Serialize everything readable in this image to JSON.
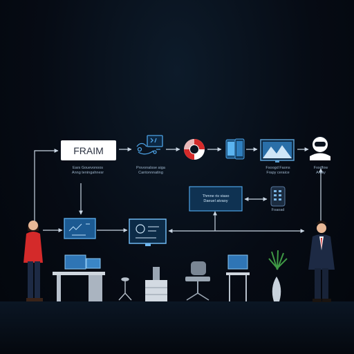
{
  "main_box": {
    "text": "FRAIM"
  },
  "labels": {
    "under_main": "Ears Gouevonoos\nAnng teningahnesr",
    "under_flow": "Prsvonalsse aiga\nCantonnnating",
    "under_monitor": "Fsoogd Faons\nFrapy ceraice",
    "under_robot": "Fxsdfow\nAnlay",
    "info_box": "Thmne ris viaso\nDaeuel atvaoy",
    "phone": "Foaoad"
  },
  "colors": {
    "background": "#060b14",
    "accent": "#4da3e6",
    "line": "#c9d6e3",
    "red_shirt": "#d42a2a",
    "navy_suit": "#1d2a44"
  },
  "icons": [
    "flow-icon",
    "lifebuoy-icon",
    "phone-pair-icon",
    "mountain-monitor-icon",
    "robot-icon"
  ]
}
